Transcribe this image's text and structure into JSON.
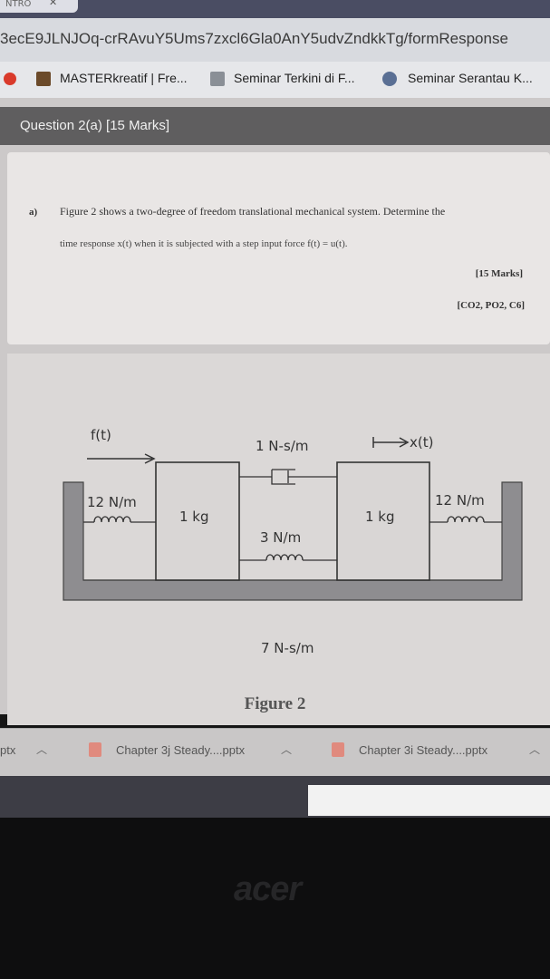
{
  "browser": {
    "tab_fragment": "NTRO",
    "url": "3ecE9JLNJOq-crRAvuY5Ums7zxcl6Gla0AnY5udvZndkkTg/formResponse",
    "bookmarks": [
      {
        "label": "MASTERkreatif | Fre..."
      },
      {
        "label": "Seminar Terkini di F..."
      },
      {
        "label": "Seminar Serantau K..."
      }
    ]
  },
  "form": {
    "section_title": "Question 2(a) [15 Marks]",
    "question": {
      "letter": "a)",
      "line1": "Figure 2 shows a two-degree of freedom translational mechanical system. Determine the",
      "line2": "time response x(t) when it is subjected with a step input force f(t) = u(t).",
      "marks": "[15 Marks]",
      "outcomes": "[CO2, PO2, C6]"
    }
  },
  "figure": {
    "caption": "Figure 2",
    "force_label": "f(t)",
    "displacement_label": "x(t)",
    "damper_top_label": "1 N-s/m",
    "left_spring_label": "12 N/m",
    "right_spring_label": "12 N/m",
    "left_mass_label": "1 kg",
    "right_mass_label": "1 kg",
    "middle_spring_label": "3 N/m",
    "floor_damping_label": "7 N-s/m"
  },
  "downloads": {
    "partial_left": "ptx",
    "items": [
      {
        "label": "Chapter 3j Steady....pptx"
      },
      {
        "label": "Chapter 3i Steady....pptx"
      }
    ]
  },
  "brand": "acer"
}
